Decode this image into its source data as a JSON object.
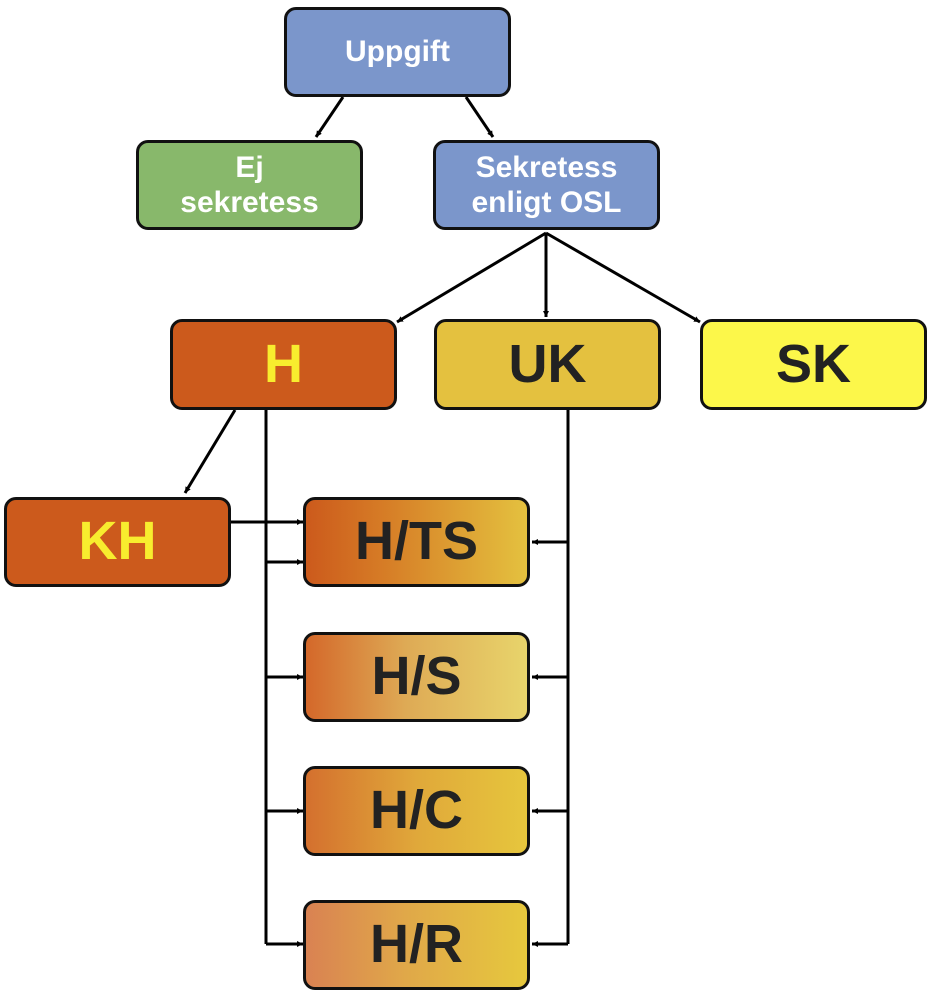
{
  "nodes": {
    "uppgift": {
      "lines": [
        "Uppgift"
      ]
    },
    "ej": {
      "lines": [
        "Ej",
        "sekretess"
      ]
    },
    "sekretess": {
      "lines": [
        "Sekretess",
        "enligt OSL"
      ]
    },
    "h": {
      "lines": [
        "H"
      ]
    },
    "uk": {
      "lines": [
        "UK"
      ]
    },
    "sk": {
      "lines": [
        "SK"
      ]
    },
    "kh": {
      "lines": [
        "KH"
      ]
    },
    "hts": {
      "lines": [
        "H/TS"
      ]
    },
    "hs": {
      "lines": [
        "H/S"
      ]
    },
    "hc": {
      "lines": [
        "H/C"
      ]
    },
    "hr": {
      "lines": [
        "H/R"
      ]
    }
  },
  "colors": {
    "blue": "#7b96cb",
    "green": "#88b86b",
    "orange": "#cc5a1c",
    "gold": "#e4c13f",
    "yellow": "#fcf74a",
    "highlight_text": "#f8ed2e",
    "dark_text": "#222222",
    "line": "#000000"
  }
}
